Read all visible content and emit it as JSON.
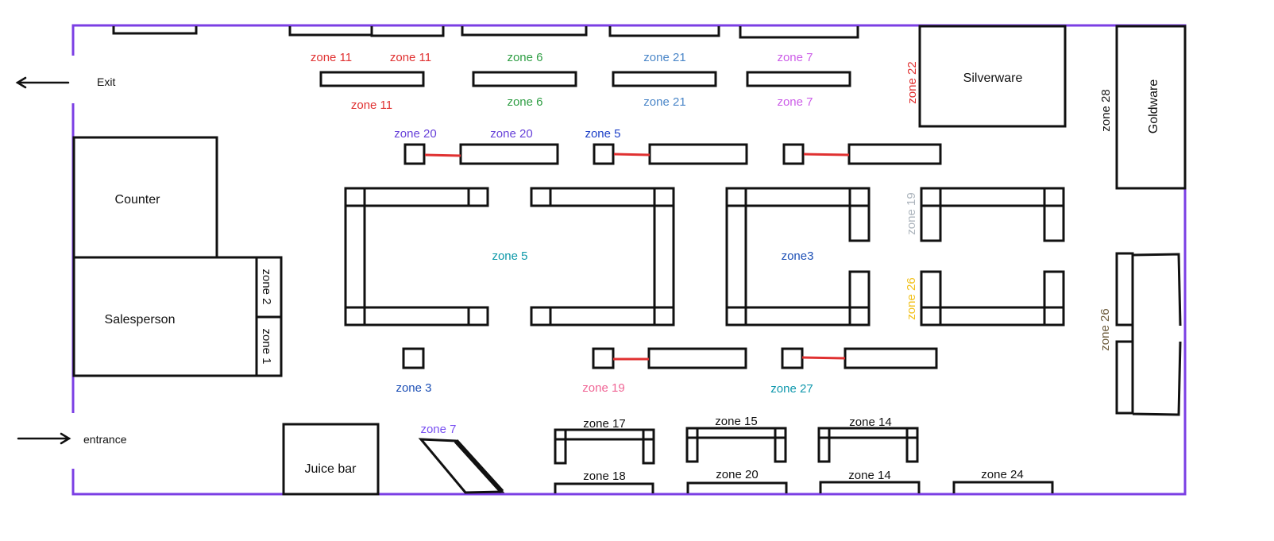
{
  "labels": {
    "exit": "Exit",
    "entrance": "entrance",
    "counter": "Counter",
    "salesperson": "Salesperson",
    "zone2": "zone 2",
    "zone1": "zone 1",
    "juice_bar": "Juice bar",
    "silverware": "Silverware",
    "goldware": "Goldware",
    "zone22": "zone 22",
    "zone28": "zone 28",
    "top_zone11_a": "zone 11",
    "top_zone11_b": "zone 11",
    "top_zone11_c": "zone 11",
    "top_zone6_a": "zone 6",
    "top_zone6_b": "zone 6",
    "top_zone21_a": "zone 21",
    "top_zone21_b": "zone 21",
    "top_zone7_a": "zone 7",
    "top_zone7_b": "zone 7",
    "zone20_a": "zone 20",
    "zone20_b": "zone 20",
    "zone5_top": "zone 5",
    "zone5_center": "zone 5",
    "zone3_center": "zone3",
    "zone19_side": "zone 19",
    "zone26_side": "zone 26",
    "zone26_right": "zone 26",
    "zone3_bottom": "zone 3",
    "zone19_bottom": "zone 19",
    "zone27": "zone 27",
    "zone7_bottom": "zone 7",
    "zone17": "zone 17",
    "zone15": "zone 15",
    "zone14_a": "zone 14",
    "zone18": "zone 18",
    "zone20_bottom": "zone 20",
    "zone14_b": "zone 14",
    "zone24": "zone 24"
  },
  "colors": {
    "border": "#7b3fe4",
    "stroke": "#111111",
    "connector": "#e03131",
    "zone11": "#e03131",
    "zone6": "#2f9e44",
    "zone21": "#4a86c8",
    "zone7": "#cc5de8",
    "zone7_bottom": "#7950f2",
    "zone20": "#6741d9",
    "zone5_top": "#1c3fc7",
    "zone5_center": "#0c98a8",
    "zone3": "#1c4fb5",
    "zone19_side": "#adb5bd",
    "zone26_side": "#f2c11a",
    "zone26_right": "#6b5a3a",
    "zone19_bottom": "#f06595",
    "zone27": "#1098ad",
    "zone22": "#e03131",
    "text": "#111111"
  }
}
